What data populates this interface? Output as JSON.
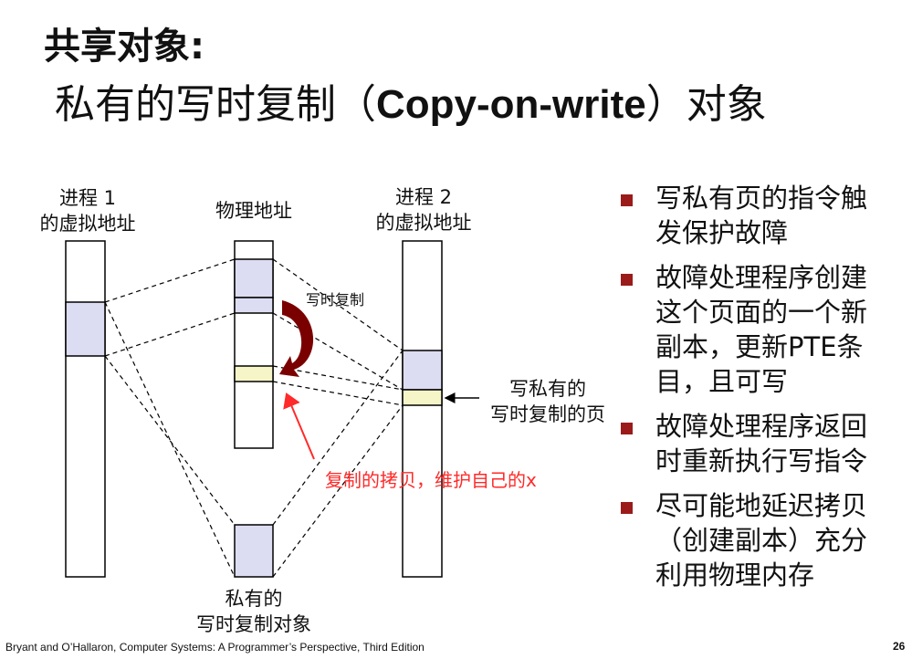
{
  "title": {
    "line1": "共享对象:",
    "line2_pre": "私有的写时复制（",
    "line2_en": "Copy-on-write",
    "line2_post": "）对象"
  },
  "diagram": {
    "proc1_label": [
      "进程 1",
      "的虚拟地址"
    ],
    "phys_label": "物理地址",
    "proc2_label": [
      "进程 2",
      "的虚拟地址"
    ],
    "cow_label": "写时复制",
    "written_page_label": [
      "写私有的",
      "写时复制的页"
    ],
    "annotation": "复制的拷贝，维护自己的x",
    "object_label": [
      "私有的",
      "写时复制对象"
    ],
    "colors": {
      "shaded": "#dcdcf2",
      "copied": "#f5f5c8",
      "cow_arrow": "#7a0000",
      "annotation": "#ff2a2a"
    }
  },
  "bullets": [
    {
      "lines": [
        "写私有页的指令触",
        "发保护故障"
      ]
    },
    {
      "lines": [
        "故障处理程序创建",
        "这个页面的一个新",
        "副本，更新PTE条",
        "目，且可写"
      ]
    },
    {
      "lines": [
        "故障处理程序返回",
        "时重新执行写指令"
      ]
    },
    {
      "lines": [
        "尽可能地延迟拷贝",
        "（创建副本）充分",
        "利用物理内存"
      ]
    }
  ],
  "footer": {
    "citation": "Bryant and O’Hallaron, Computer Systems: A Programmer’s Perspective, Third Edition",
    "page": "26"
  }
}
